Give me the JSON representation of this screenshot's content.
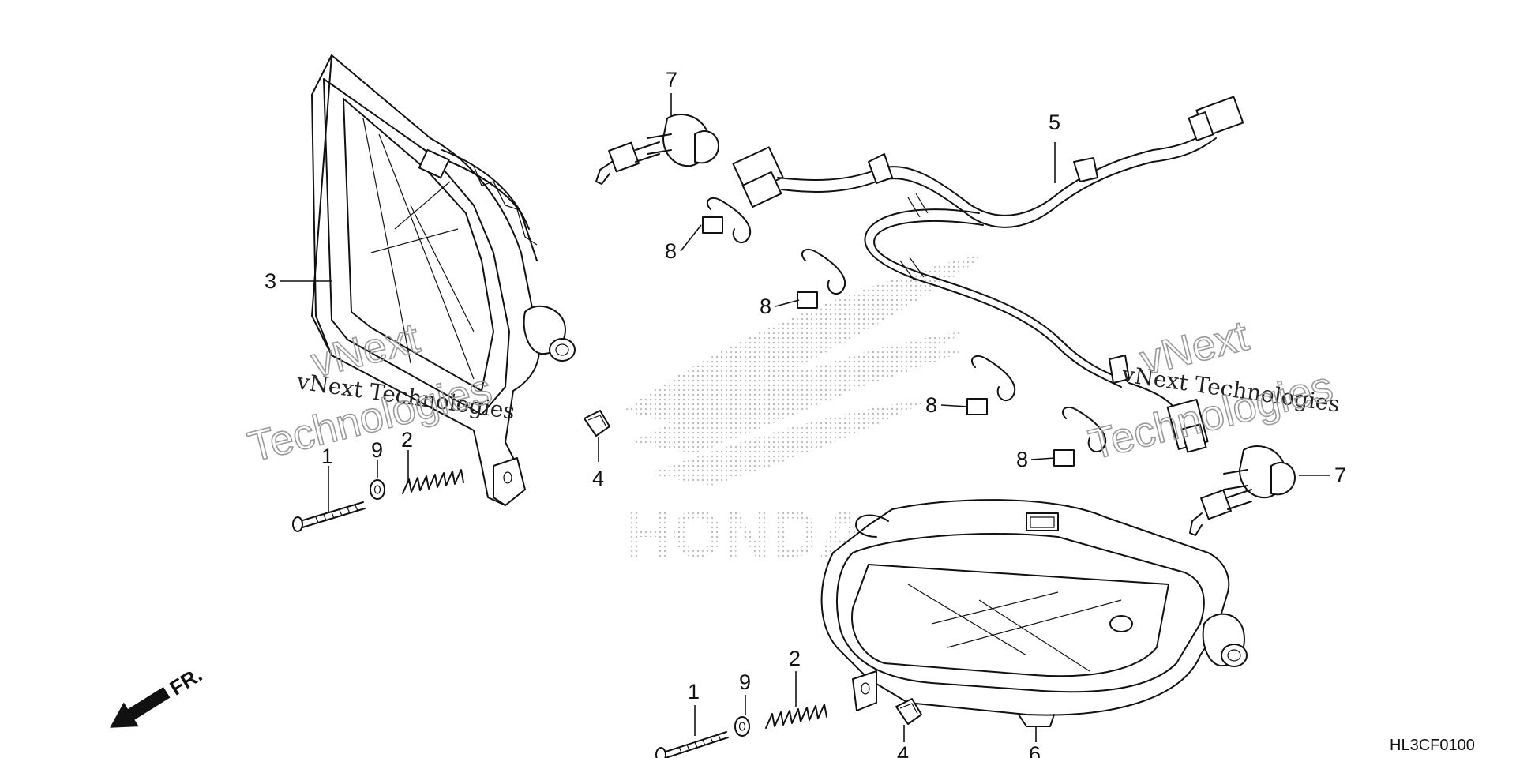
{
  "diagram": {
    "callouts": {
      "c1a": "1",
      "c1b": "1",
      "c2a": "2",
      "c2b": "2",
      "c3": "3",
      "c4a": "4",
      "c4b": "4",
      "c5": "5",
      "c6": "6",
      "c7a": "7",
      "c7b": "7",
      "c8a": "8",
      "c8b": "8",
      "c8c": "8",
      "c8d": "8",
      "c9a": "9",
      "c9b": "9"
    },
    "direction_label": "FR.",
    "diagram_code": "HL3CF0100",
    "brand_mark": "HONDA",
    "watermark": {
      "line1": "vNext Technologies",
      "big1": "vNext",
      "big2": "Technologies"
    },
    "colors": {
      "ink": "#111111",
      "watermark": "#9a9a9a",
      "logo_dots": "#bdbdbd",
      "background": "#ffffff"
    }
  }
}
